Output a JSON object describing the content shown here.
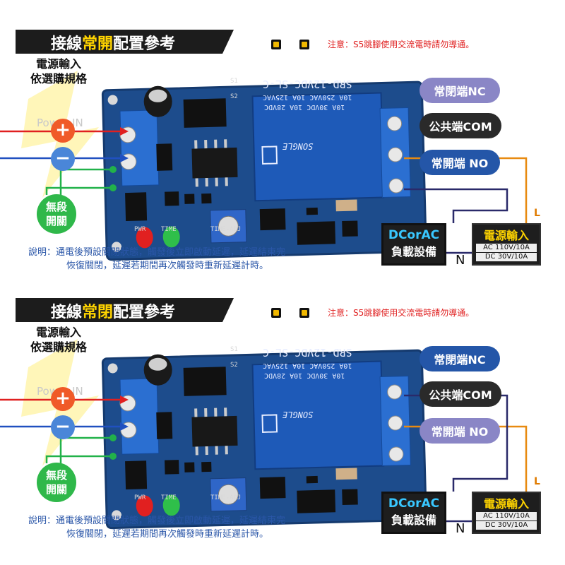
{
  "panels": [
    {
      "title_pre": "接線",
      "title_hl": "常開",
      "title_post": "配置參考",
      "power_label_1": "電源輸入",
      "power_label_2": "依選購規格",
      "notice": "注意：S5跳腳使用交流電時請勿導通。",
      "plus": "+",
      "minus": "−",
      "power_in": "Power IN",
      "ctrl_1": "無段",
      "ctrl_2": "開關",
      "nc_label": "常閉端NC",
      "com_label": "公共端COM",
      "no_label": "常開端 NO",
      "load_1": "DCorAC",
      "load_2": "負載設備",
      "pow_1": "電源輸入",
      "pow_2": "AC 110V/10A",
      "pow_3": "DC 30V/10A",
      "n_label": "N",
      "l_label": "L",
      "note_1": "說明：通電後預設關閉狀態，觸發後立即啟動延遲，延遲結束完",
      "note_2": "恢復關閉，延遲若期間再次觸發時重新延遲計時。",
      "relay_1": "SRD-12VDC-SL-C",
      "relay_2": "10A 250VAC  10A 125VAC",
      "relay_3": "10A 30VDC  10A 28VDC",
      "relay_brand": "SONGLE",
      "pwr": "PWR",
      "time": "TIME",
      "time_adj": "TIME-ADJ",
      "s1": "S1",
      "s2": "S2"
    },
    {
      "title_pre": "接線",
      "title_hl": "常閉",
      "title_post": "配置參考",
      "power_label_1": "電源輸入",
      "power_label_2": "依選購規格",
      "notice": "注意：S5跳腳使用交流電時請勿導通。",
      "plus": "+",
      "minus": "−",
      "power_in": "Power IN",
      "ctrl_1": "無段",
      "ctrl_2": "開關",
      "nc_label": "常閉端NC",
      "com_label": "公共端COM",
      "no_label": "常開端 NO",
      "load_1": "DCorAC",
      "load_2": "負載設備",
      "pow_1": "電源輸入",
      "pow_2": "AC 110V/10A",
      "pow_3": "DC 30V/10A",
      "n_label": "N",
      "l_label": "L",
      "note_1": "說明：通電後預設關閉狀態，觸發後立即啟動延遲，延遲結束完",
      "note_2": "恢復關閉，延遲若期間再次觸發時重新延遲計時。",
      "relay_1": "SRD-12VDC-SL-C",
      "relay_2": "10A 250VAC  10A 125VAC",
      "relay_3": "10A 30VDC  10A 28VDC",
      "relay_brand": "SONGLE",
      "pwr": "PWR",
      "time": "TIME",
      "time_adj": "TIME-ADJ",
      "s1": "S1",
      "s2": "S2"
    }
  ],
  "colors": {
    "active_pill": "#2456a8",
    "inactive_pill": "#8a86c6",
    "com_pill": "#2a2a2a",
    "pcb": "#1f4f8f",
    "wire_red": "#e02020",
    "wire_blue": "#2050c0",
    "wire_green": "#22b24a",
    "wire_orange": "#e88a10",
    "wire_dark": "#2a2a6a"
  }
}
